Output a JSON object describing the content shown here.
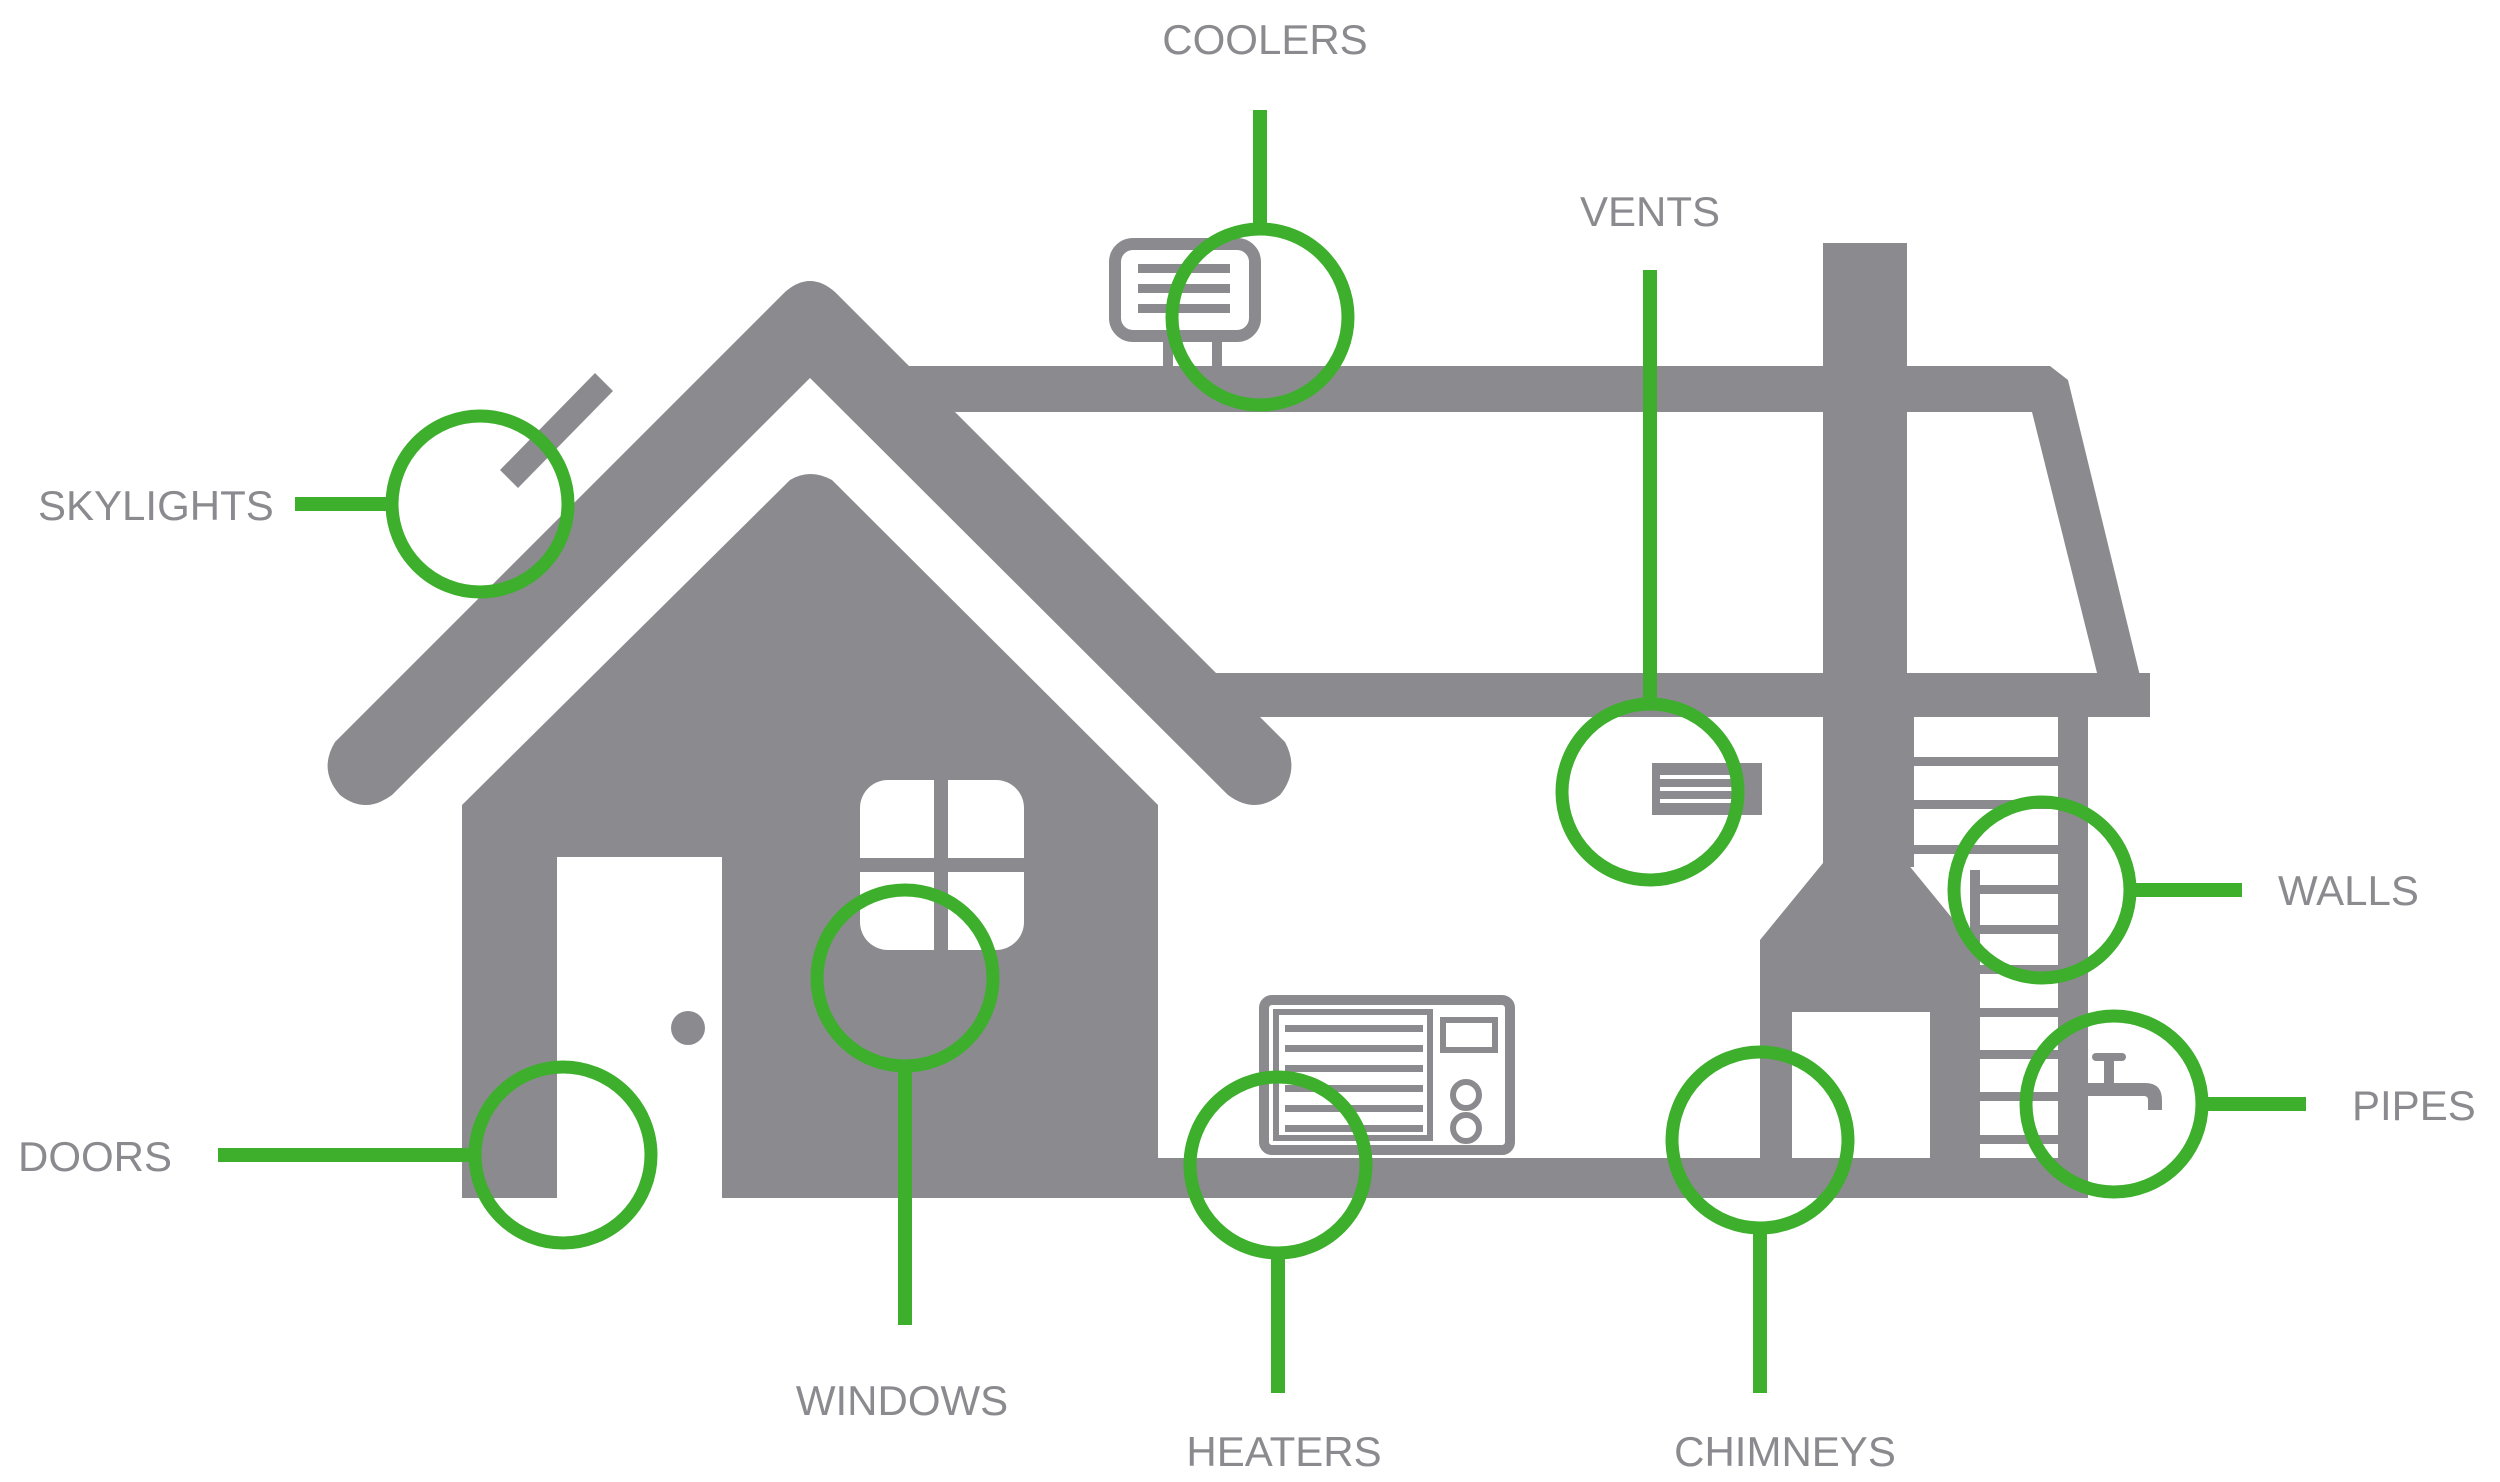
{
  "colors": {
    "house": "#8b8a8f",
    "accent": "#3daf2c",
    "label": "#8b8a8f",
    "background": "#ffffff"
  },
  "callouts": [
    {
      "id": "coolers",
      "label": "COOLERS",
      "icon": "roof-cooler-icon"
    },
    {
      "id": "vents",
      "label": "VENTS",
      "icon": "wall-vent-icon"
    },
    {
      "id": "skylights",
      "label": "SKYLIGHTS",
      "icon": "skylight-icon"
    },
    {
      "id": "walls",
      "label": "WALLS",
      "icon": "wall-icon"
    },
    {
      "id": "pipes",
      "label": "PIPES",
      "icon": "faucet-icon"
    },
    {
      "id": "doors",
      "label": "DOORS",
      "icon": "door-icon"
    },
    {
      "id": "windows",
      "label": "WINDOWS",
      "icon": "window-icon"
    },
    {
      "id": "heaters",
      "label": "HEATERS",
      "icon": "heater-unit-icon"
    },
    {
      "id": "chimneys",
      "label": "CHIMNEYS",
      "icon": "chimney-icon"
    }
  ]
}
